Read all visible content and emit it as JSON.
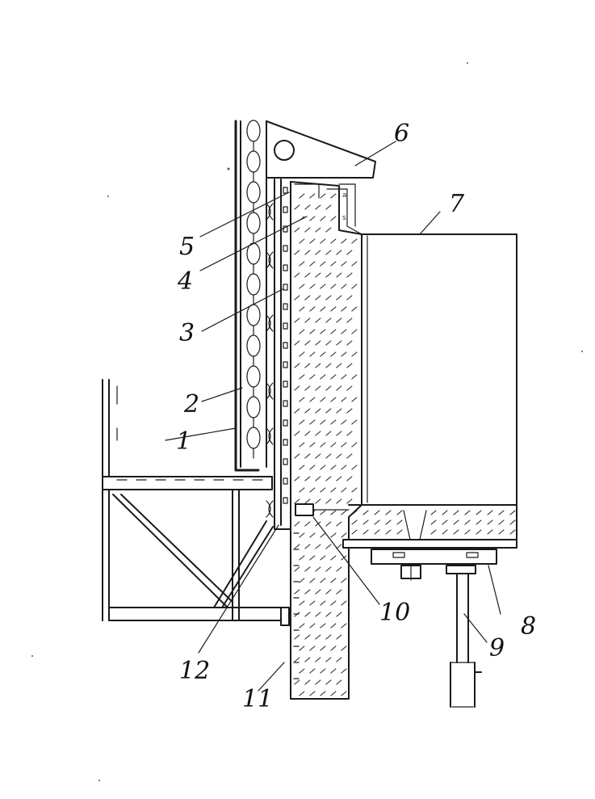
{
  "figure": {
    "labels": {
      "l1": "1",
      "l2": "2",
      "l3": "3",
      "l4": "4",
      "l5": "5",
      "l6": "6",
      "l7": "7",
      "l8": "8",
      "l9": "9",
      "l10": "10",
      "l11": "11",
      "l12": "12"
    },
    "colors": {
      "ink": "#1a1a1a",
      "background": "#ffffff"
    }
  }
}
